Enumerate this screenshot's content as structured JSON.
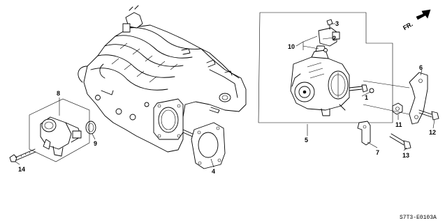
{
  "direction_label": "FR.",
  "diagram_code": "S7T3-E0103A",
  "callouts": [
    {
      "id": "1",
      "text": "1"
    },
    {
      "id": "2",
      "text": "2"
    },
    {
      "id": "3",
      "text": "3"
    },
    {
      "id": "4",
      "text": "4"
    },
    {
      "id": "5",
      "text": "5"
    },
    {
      "id": "6",
      "text": "6"
    },
    {
      "id": "7",
      "text": "7"
    },
    {
      "id": "8",
      "text": "8"
    },
    {
      "id": "9",
      "text": "9"
    },
    {
      "id": "10",
      "text": "10"
    },
    {
      "id": "11",
      "text": "11"
    },
    {
      "id": "12",
      "text": "12"
    },
    {
      "id": "13",
      "text": "13"
    },
    {
      "id": "14",
      "text": "14"
    }
  ]
}
